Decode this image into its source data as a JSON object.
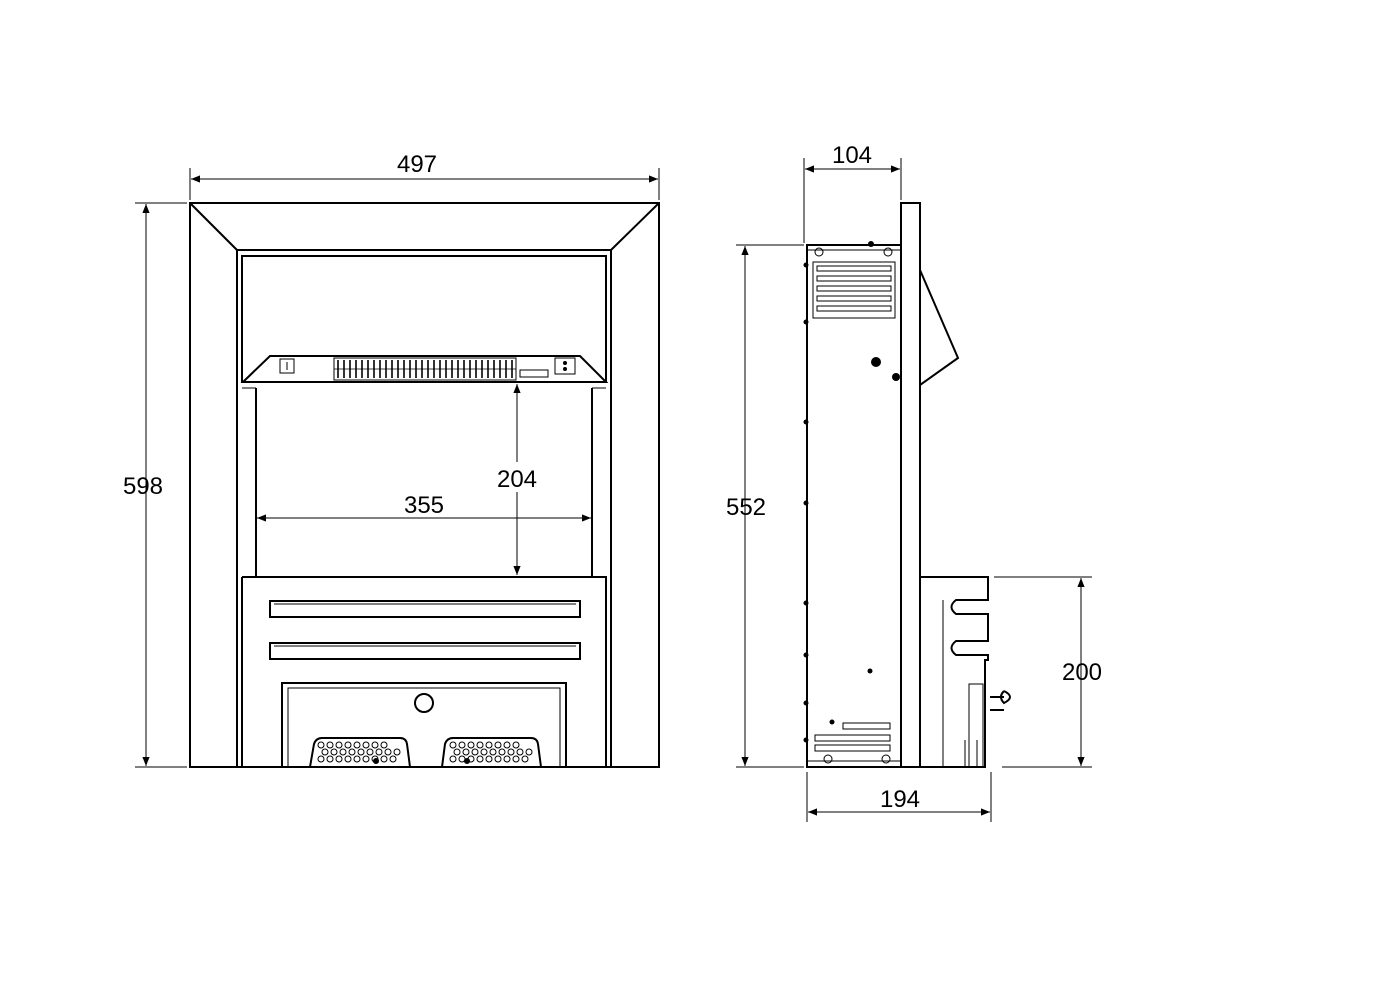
{
  "diagram": {
    "front_view": {
      "width_label": "497",
      "height_label": "598",
      "opening_width_label": "355",
      "opening_height_label": "204"
    },
    "side_view": {
      "body_depth_label": "104",
      "height_label": "552",
      "overall_depth_label": "194",
      "fuel_bed_height_label": "200"
    }
  }
}
